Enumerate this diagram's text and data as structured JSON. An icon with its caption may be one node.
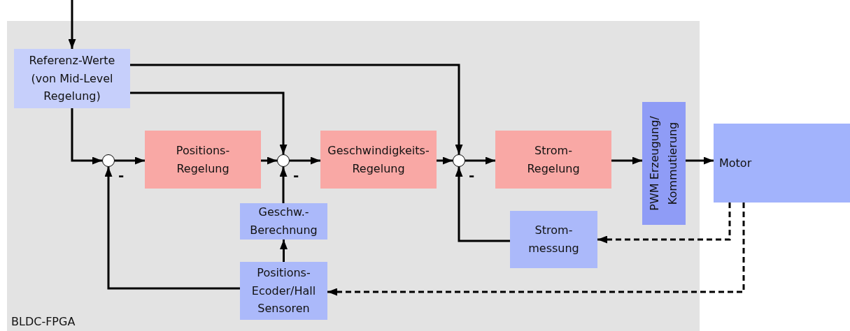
{
  "diagram": {
    "nodes": [
      {
        "text": [
          "BLDC-FPGA"
        ]
      },
      {
        "text": [
          "Referenz-Werte (von Mid-Level Regelung)"
        ],
        "in": 0
      },
      {
        "text": [],
        "shape": "circle",
        "beside": [
          "-"
        ],
        "in": 0
      },
      {
        "text": [
          "Positions- Regelung"
        ],
        "in": 0
      },
      {
        "text": [],
        "shape": "circle",
        "beside": [
          "-"
        ],
        "in": 0
      },
      {
        "text": [
          "Geschwindigkeits- Regelung"
        ],
        "in": 0
      },
      {
        "text": [],
        "shape": "circle",
        "beside": [
          "-"
        ],
        "in": 0
      },
      {
        "text": [
          "Strom- Regelung"
        ],
        "in": 0
      },
      {
        "text": [
          "PWM Erzeugung/ Kommutierung"
        ],
        "in": 0
      },
      {
        "text": [
          "Motor"
        ]
      },
      {
        "text": [
          "Geschw.- Berechnung"
        ],
        "in": 0
      },
      {
        "text": [
          "Strom- messung"
        ],
        "in": 0
      },
      {
        "text": [
          "Positions- Ecoder/Hall Sensoren"
        ],
        "in": 0
      }
    ],
    "edges": [
      {
        "from": null,
        "to": 1,
        "arrow": "to"
      },
      {
        "from": 1,
        "to": 2,
        "arrow": "to"
      },
      {
        "from": 1,
        "to": 4,
        "arrow": "to"
      },
      {
        "from": 1,
        "to": 6,
        "arrow": "to"
      },
      {
        "from": 2,
        "to": 3,
        "arrow": "to"
      },
      {
        "from": 3,
        "to": 4,
        "arrow": "to"
      },
      {
        "from": 4,
        "to": 5,
        "arrow": "to"
      },
      {
        "from": 5,
        "to": 6,
        "arrow": "to"
      },
      {
        "from": 6,
        "to": 7,
        "arrow": "to"
      },
      {
        "from": 7,
        "to": 8,
        "arrow": "to"
      },
      {
        "from": 8,
        "to": 9,
        "arrow": "to"
      },
      {
        "from": 9,
        "to": 11,
        "arrow": "to",
        "style": "dashed"
      },
      {
        "from": 9,
        "to": 12,
        "arrow": "to",
        "style": "dashed"
      },
      {
        "from": 11,
        "to": 6,
        "arrow": "to"
      },
      {
        "from": 10,
        "to": 4,
        "arrow": "to"
      },
      {
        "from": 12,
        "to": 10,
        "arrow": "to"
      },
      {
        "from": 12,
        "to": 2,
        "arrow": "to"
      }
    ]
  }
}
